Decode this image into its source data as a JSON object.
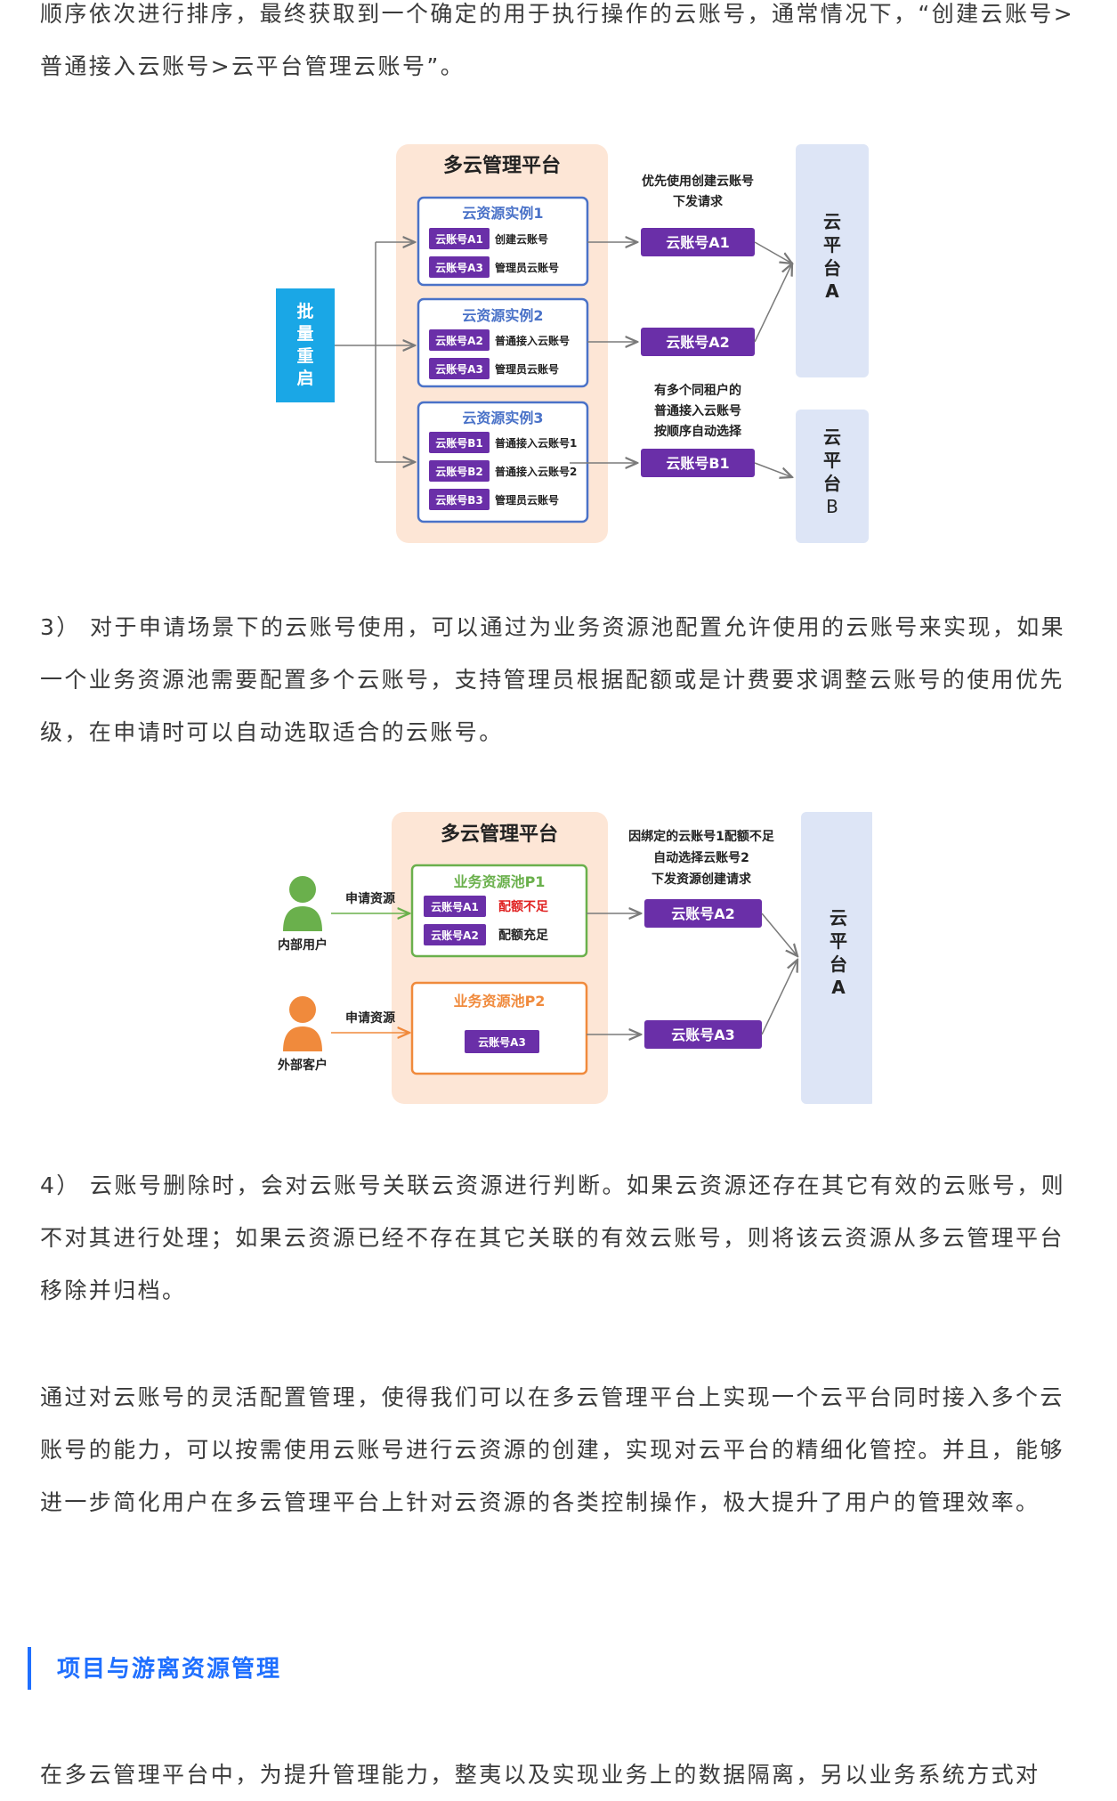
{
  "paragraphs": {
    "p0": "顺序依次进行排序，最终获取到一个确定的用于执行操作的云账号，通常情况下，“创建云账号>普通接入云账号>云平台管理云账号”。",
    "p3": "3）  对于申请场景下的云账号使用，可以通过为业务资源池配置允许使用的云账号来实现，如果一个业务资源池需要配置多个云账号，支持管理员根据配额或是计费要求调整云账号的使用优先级，在申请时可以自动选取适合的云账号。",
    "p4": "4）  云账号删除时，会对云账号关联云资源进行判断。如果云资源还存在其它有效的云账号，则不对其进行处理；如果云资源已经不存在其它关联的有效云账号，则将该云资源从多云管理平台移除并归档。",
    "p5": "通过对云账号的灵活配置管理，使得我们可以在多云管理平台上实现一个云平台同时接入多个云账号的能力，可以按需使用云账号进行云资源的创建，实现对云平台的精细化管控。并且，能够进一步简化用户在多云管理平台上针对云资源的各类控制操作，极大提升了用户的管理效率。",
    "p6_partial": "在多云管理平台中，为提升管理能力，整夷以及实现业务上的数据隔离，另以业务系统方式对"
  },
  "section_heading": "项目与游离资源管理",
  "colors": {
    "platform_bg": "#fde6d6",
    "cloud_bg": "#dde5f6",
    "account_purple": "#6a2fa8",
    "instance_border": "#4a72c8",
    "instance_title": "#4a72c8",
    "batch_blue": "#1aa7e6",
    "pool1_green": "#6ab04c",
    "pool2_orange": "#f08a3c",
    "warn_red": "#e02020",
    "heading_blue": "#1f6fff"
  },
  "diagram1": {
    "platform_title": "多云管理平台",
    "batch_label": [
      "批",
      "量",
      "重",
      "启"
    ],
    "instances": [
      {
        "title": "云资源实例1",
        "rows": [
          {
            "tag": "云账号A1",
            "desc": "创建云账号"
          },
          {
            "tag": "云账号A3",
            "desc": "管理员云账号"
          }
        ]
      },
      {
        "title": "云资源实例2",
        "rows": [
          {
            "tag": "云账号A2",
            "desc": "普通接入云账号"
          },
          {
            "tag": "云账号A3",
            "desc": "管理员云账号"
          }
        ]
      },
      {
        "title": "云资源实例3",
        "rows": [
          {
            "tag": "云账号B1",
            "desc": "普通接入云账号1"
          },
          {
            "tag": "云账号B2",
            "desc": "普通接入云账号2"
          },
          {
            "tag": "云账号B3",
            "desc": "管理员云账号"
          }
        ]
      }
    ],
    "note_top": [
      "优先使用创建云账号",
      "下发请求"
    ],
    "note_bottom": [
      "有多个同租户的",
      "普通接入云账号",
      "按顺序自动选择"
    ],
    "selected_accounts": [
      "云账号A1",
      "云账号A2",
      "云账号B1"
    ],
    "cloud_a": [
      "云",
      "平",
      "台",
      "A"
    ],
    "cloud_b": [
      "云",
      "平",
      "台",
      "B"
    ]
  },
  "diagram2": {
    "platform_title": "多云管理平台",
    "users": [
      {
        "label": "内部用户",
        "action": "申请资源",
        "icon": "user-icon-green"
      },
      {
        "label": "外部客户",
        "action": "申请资源",
        "icon": "user-icon-orange"
      }
    ],
    "pools": [
      {
        "title": "业务资源池P1",
        "rows": [
          {
            "tag": "云账号A1",
            "desc": "配额不足"
          },
          {
            "tag": "云账号A2",
            "desc": "配额充足"
          }
        ]
      },
      {
        "title": "业务资源池P2",
        "rows": [
          {
            "tag": "云账号A3",
            "desc": ""
          }
        ]
      }
    ],
    "note": [
      "因绑定的云账号1配额不足",
      "自动选择云账号2",
      "下发资源创建请求"
    ],
    "selected_accounts": [
      "云账号A2",
      "云账号A3"
    ],
    "cloud_a": [
      "云",
      "平",
      "台",
      "A"
    ]
  }
}
